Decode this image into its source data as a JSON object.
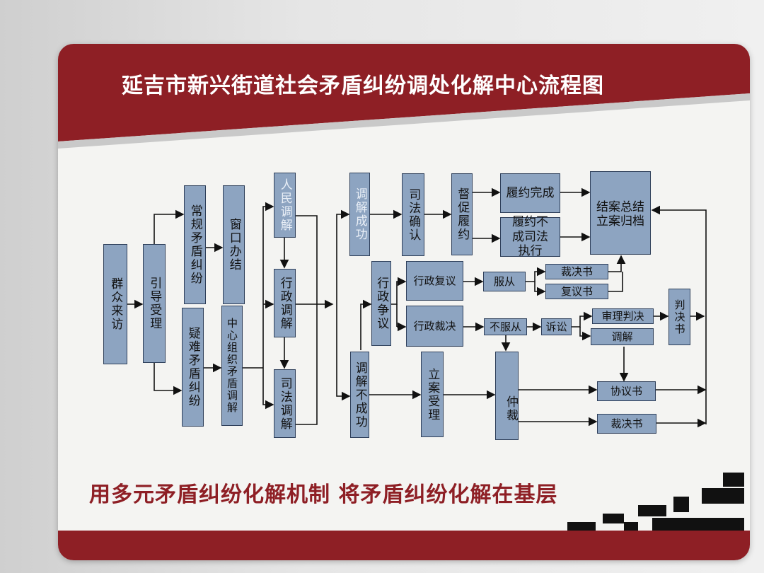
{
  "title": "延吉市新兴街道社会矛盾纠纷调处化解中心流程图",
  "slogan": "用多元矛盾纠纷化解机制   将矛盾纠纷化解在基层",
  "nodes": {
    "qzlf": "群众来访",
    "ydsl": "引导受理",
    "cgmd": "常规矛盾纠纷",
    "ynmd": "疑难矛盾纠纷",
    "ckbj": "窗口办结",
    "zxzz": "中心组织矛盾调解",
    "rmtj": "人民调解",
    "xztj": "行政调解",
    "sftj": "司法调解",
    "tjcg": "调解成功",
    "tjbcg": "调解不成功",
    "sfqr": "司法确认",
    "dclv": "督促履约",
    "lywc": "履约完成",
    "lybc": "履约不成司法执行",
    "jazj": "结案总结立案归档",
    "xzzy": "行政争议",
    "xzfy": "行政复议",
    "xzcj": "行政裁决",
    "fc": "服从",
    "bfc": "不服从",
    "cjs1": "裁决书",
    "fys": "复议书",
    "ss": "诉讼",
    "slpj": "审理判决",
    "tj": "调解",
    "pjs": "判决书",
    "lasl": "立案受理",
    "zc": "仲裁",
    "xys": "协议书",
    "cjs2": "裁决书"
  }
}
